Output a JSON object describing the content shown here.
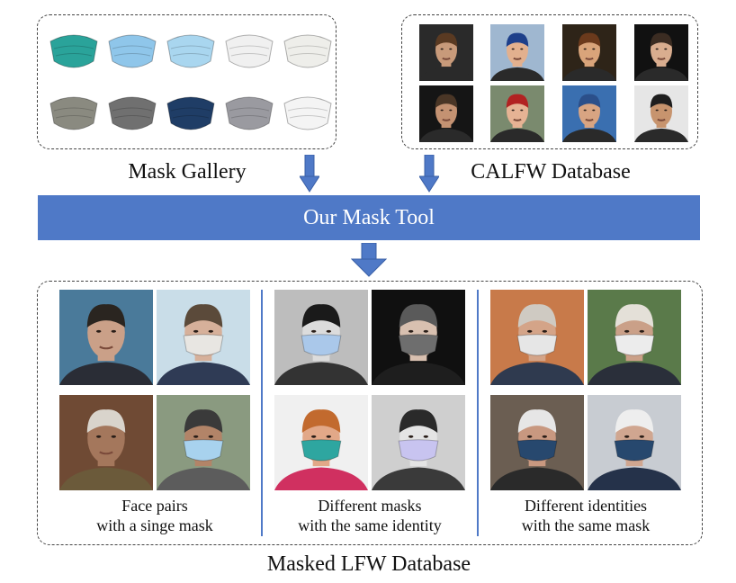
{
  "mask_gallery": {
    "title": "Mask Gallery",
    "masks": [
      {
        "name": "n95-green",
        "color": "#2aa39a"
      },
      {
        "name": "surgical-blue",
        "color": "#8fc6ea"
      },
      {
        "name": "kn95-blue",
        "color": "#a9d6ef"
      },
      {
        "name": "white-cloth",
        "color": "#f0f0f0"
      },
      {
        "name": "valve-white",
        "color": "#eeeeea"
      },
      {
        "name": "camo",
        "color": "#8a8a80"
      },
      {
        "name": "gray-kn95",
        "color": "#707070"
      },
      {
        "name": "navy-pattern",
        "color": "#1f3d66"
      },
      {
        "name": "gray-studded",
        "color": "#9a9aa0"
      },
      {
        "name": "white-kn95",
        "color": "#f4f4f4"
      }
    ]
  },
  "calfw": {
    "title": "CALFW Database",
    "faces": [
      {
        "skin": "#c89a7a",
        "hair": "#5a3a22",
        "bg": "#2a2a2a"
      },
      {
        "skin": "#e2b08e",
        "hair": "#1d3f8a",
        "bg": "#9fb7d0"
      },
      {
        "skin": "#d9a47a",
        "hair": "#6b3a1c",
        "bg": "#2e2418"
      },
      {
        "skin": "#d9ad8f",
        "hair": "#3b2c22",
        "bg": "#111111"
      },
      {
        "skin": "#c49272",
        "hair": "#4a3626",
        "bg": "#151515"
      },
      {
        "skin": "#e6b394",
        "hair": "#b22222",
        "bg": "#7a8a6e"
      },
      {
        "skin": "#d8a482",
        "hair": "#2b4f8a",
        "bg": "#3a6fb0"
      },
      {
        "skin": "#c7946e",
        "hair": "#1e1e1e",
        "bg": "#e6e6e6"
      }
    ]
  },
  "tool": {
    "label": "Our Mask Tool"
  },
  "masked_lfw": {
    "title": "Masked LFW Database",
    "groups": [
      {
        "caption_line1": "Face pairs",
        "caption_line2": "with a singe mask",
        "photos": [
          {
            "skin": "#caa088",
            "hair": "#2a2520",
            "bg": "#4a7a9a",
            "mask": null,
            "shirt": "#2a2d36"
          },
          {
            "skin": "#d6b09a",
            "hair": "#5b4a3a",
            "bg": "#c9dde8",
            "mask": "#e8e6e2",
            "shirt": "#2f3b55"
          },
          {
            "skin": "#a4775c",
            "hair": "#d9d4cc",
            "bg": "#6f4a34",
            "mask": null,
            "shirt": "#6b5a3a"
          },
          {
            "skin": "#b28468",
            "hair": "#3a3a3a",
            "bg": "#8a9a80",
            "mask": "#a8d2ee",
            "shirt": "#5c5c5c"
          }
        ]
      },
      {
        "caption_line1": "Different masks",
        "caption_line2": "with the same identity",
        "photos": [
          {
            "skin": "#dcdcdc",
            "hair": "#1a1a1a",
            "bg": "#bdbdbd",
            "mask": "#aac8ea",
            "shirt": "#333333"
          },
          {
            "skin": "#d8c0b0",
            "hair": "#5a5a5a",
            "bg": "#101010",
            "mask": "#6e6e6e",
            "shirt": "#1e1e1e"
          },
          {
            "skin": "#e2a888",
            "hair": "#c26a2e",
            "bg": "#f0f0f0",
            "mask": "#2ea6a0",
            "shirt": "#d03060"
          },
          {
            "skin": "#e4e4e4",
            "hair": "#2a2a2a",
            "bg": "#cfcfcf",
            "mask": "#c8c4f0",
            "shirt": "#3a3a3a"
          }
        ]
      },
      {
        "caption_line1": "Different identities",
        "caption_line2": "with the same mask",
        "photos": [
          {
            "skin": "#d4a488",
            "hair": "#cfcac2",
            "bg": "#c87a4a",
            "mask": "#e6e6e6",
            "shirt": "#2f3a4f"
          },
          {
            "skin": "#caa088",
            "hair": "#e4e0d8",
            "bg": "#5a7a4a",
            "mask": "#ececec",
            "shirt": "#2a2f3a"
          },
          {
            "skin": "#c89880",
            "hair": "#e6e6e6",
            "bg": "#6b5e52",
            "mask": "#27486e",
            "shirt": "#2a2a2a"
          },
          {
            "skin": "#d0a690",
            "hair": "#eeeeee",
            "bg": "#c8ccd2",
            "mask": "#27486e",
            "shirt": "#25324a"
          }
        ]
      }
    ]
  }
}
